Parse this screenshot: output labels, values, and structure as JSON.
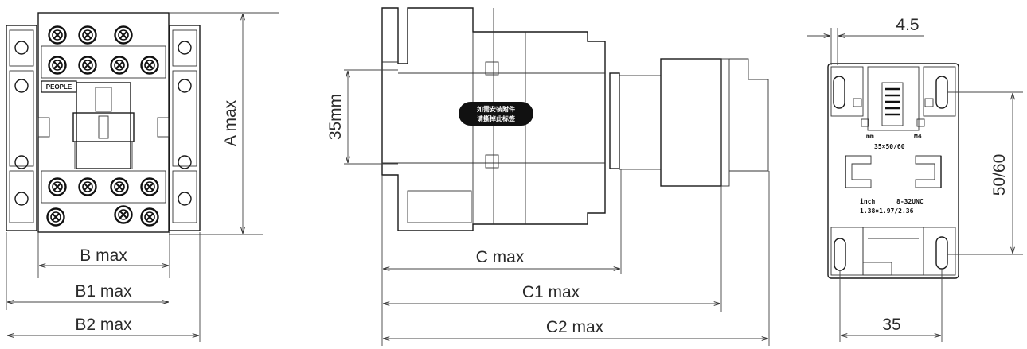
{
  "front_view": {
    "brand": "PEOPLE",
    "dim_height": "A max",
    "dim_width": "B max",
    "dim_width_b1": "B1 max",
    "dim_width_b2": "B2 max"
  },
  "side_view": {
    "dim_rail": "35mm",
    "dim_depth": "C max",
    "dim_depth_c1": "C1 max",
    "dim_depth_c2": "C2 max",
    "warning_line1": "如需安装附件",
    "warning_line2": "请撕掉此标签"
  },
  "back_view": {
    "dim_top": "4.5",
    "dim_side": "50/60",
    "dim_bottom": "35",
    "label_mm": "mm",
    "label_m4": "M4",
    "label_mm_dims": "35×50/60",
    "label_inch": "inch",
    "label_screw": "8-32UNC",
    "label_inch_dims": "1.38×1.97/2.36"
  }
}
